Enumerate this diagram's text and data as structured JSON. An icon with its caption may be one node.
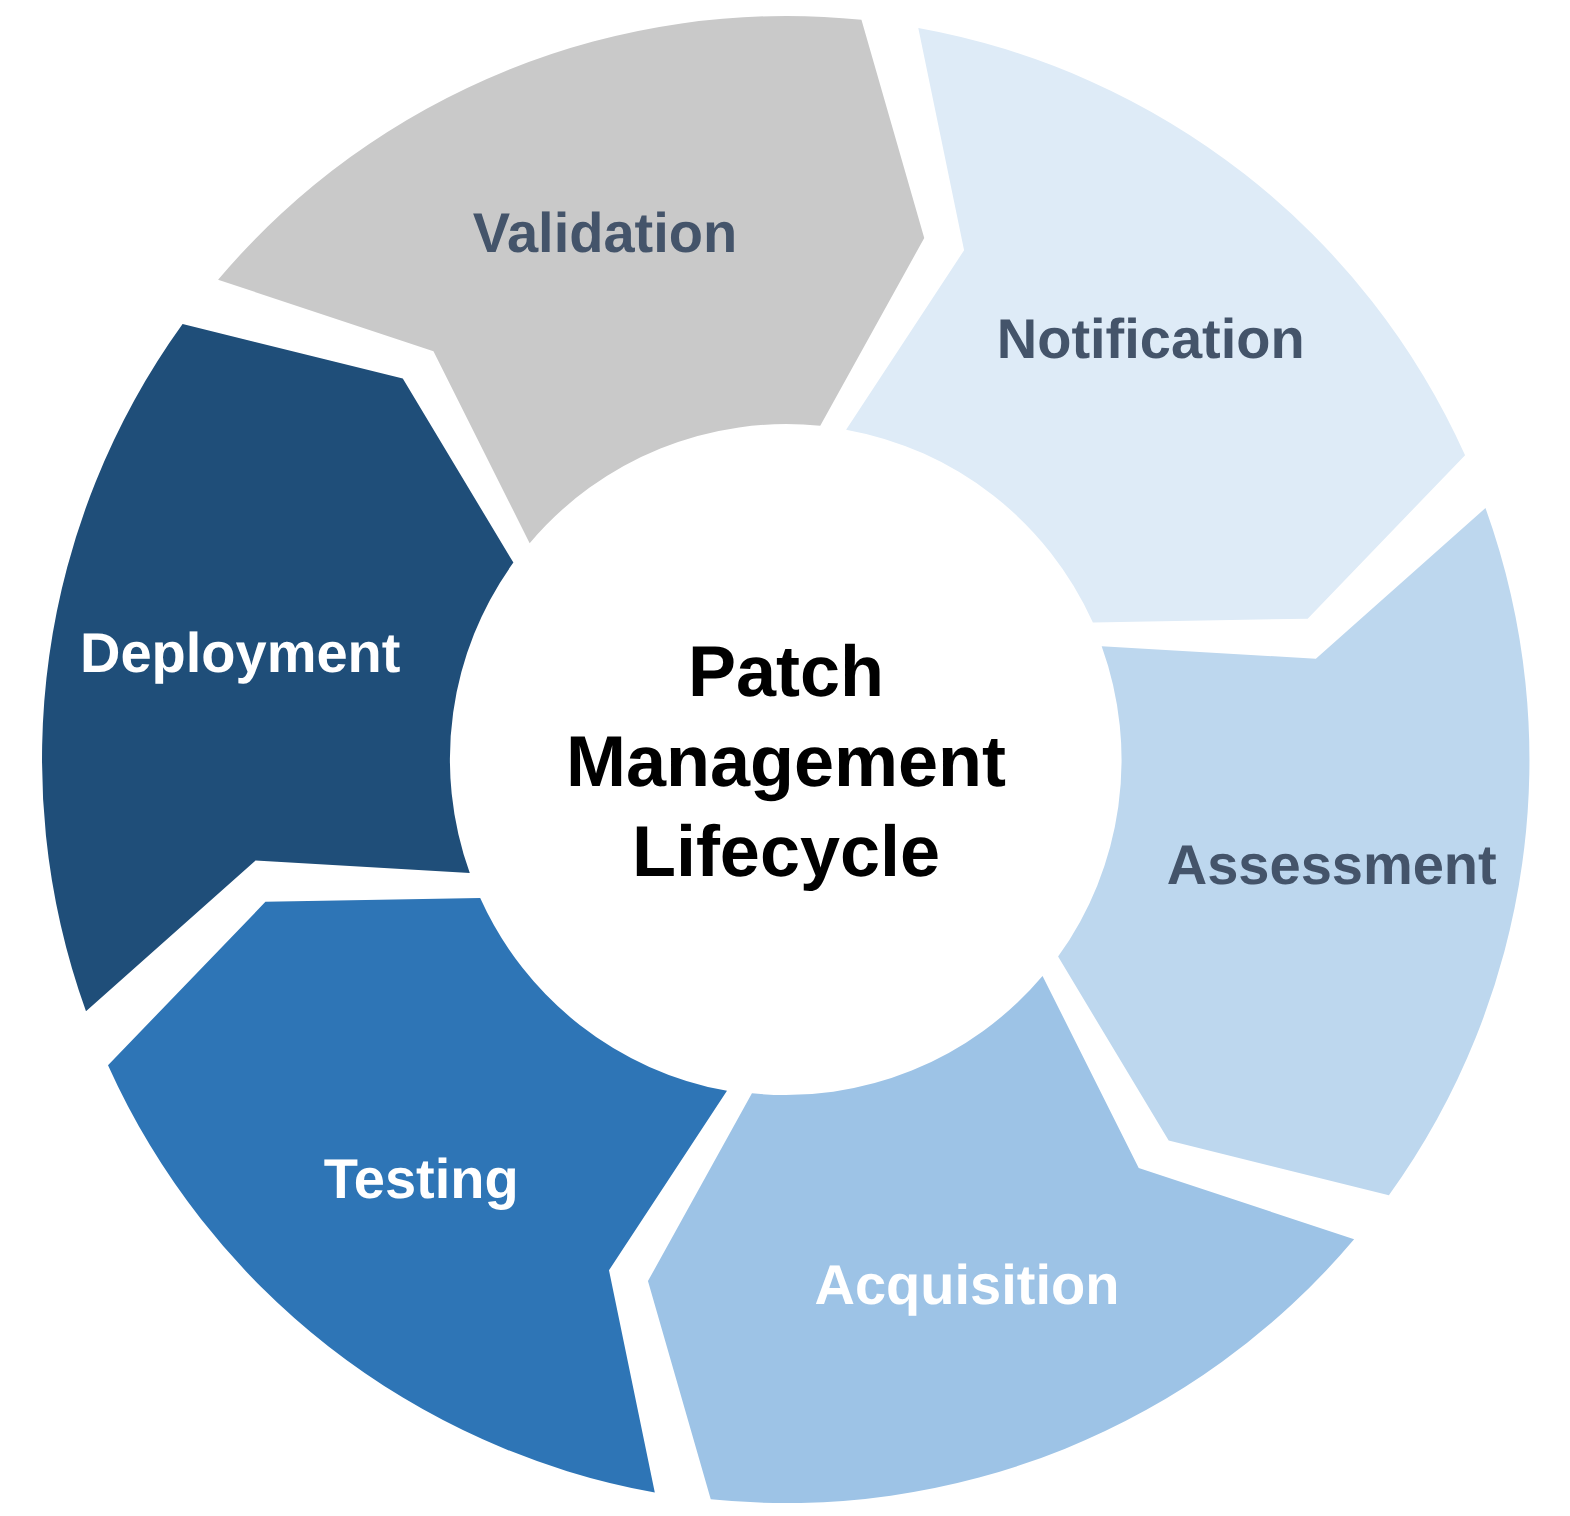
{
  "diagram": {
    "nodes": [
      {
        "text": [
          "Patch Management Lifecycle"
        ]
      },
      {
        "text": [
          "Notification"
        ]
      },
      {
        "text": [
          "Assessment"
        ]
      },
      {
        "text": [
          "Acquisition"
        ]
      },
      {
        "text": [
          "Testing"
        ]
      },
      {
        "text": [
          "Deployment"
        ]
      },
      {
        "text": [
          "Validation"
        ]
      }
    ]
  }
}
